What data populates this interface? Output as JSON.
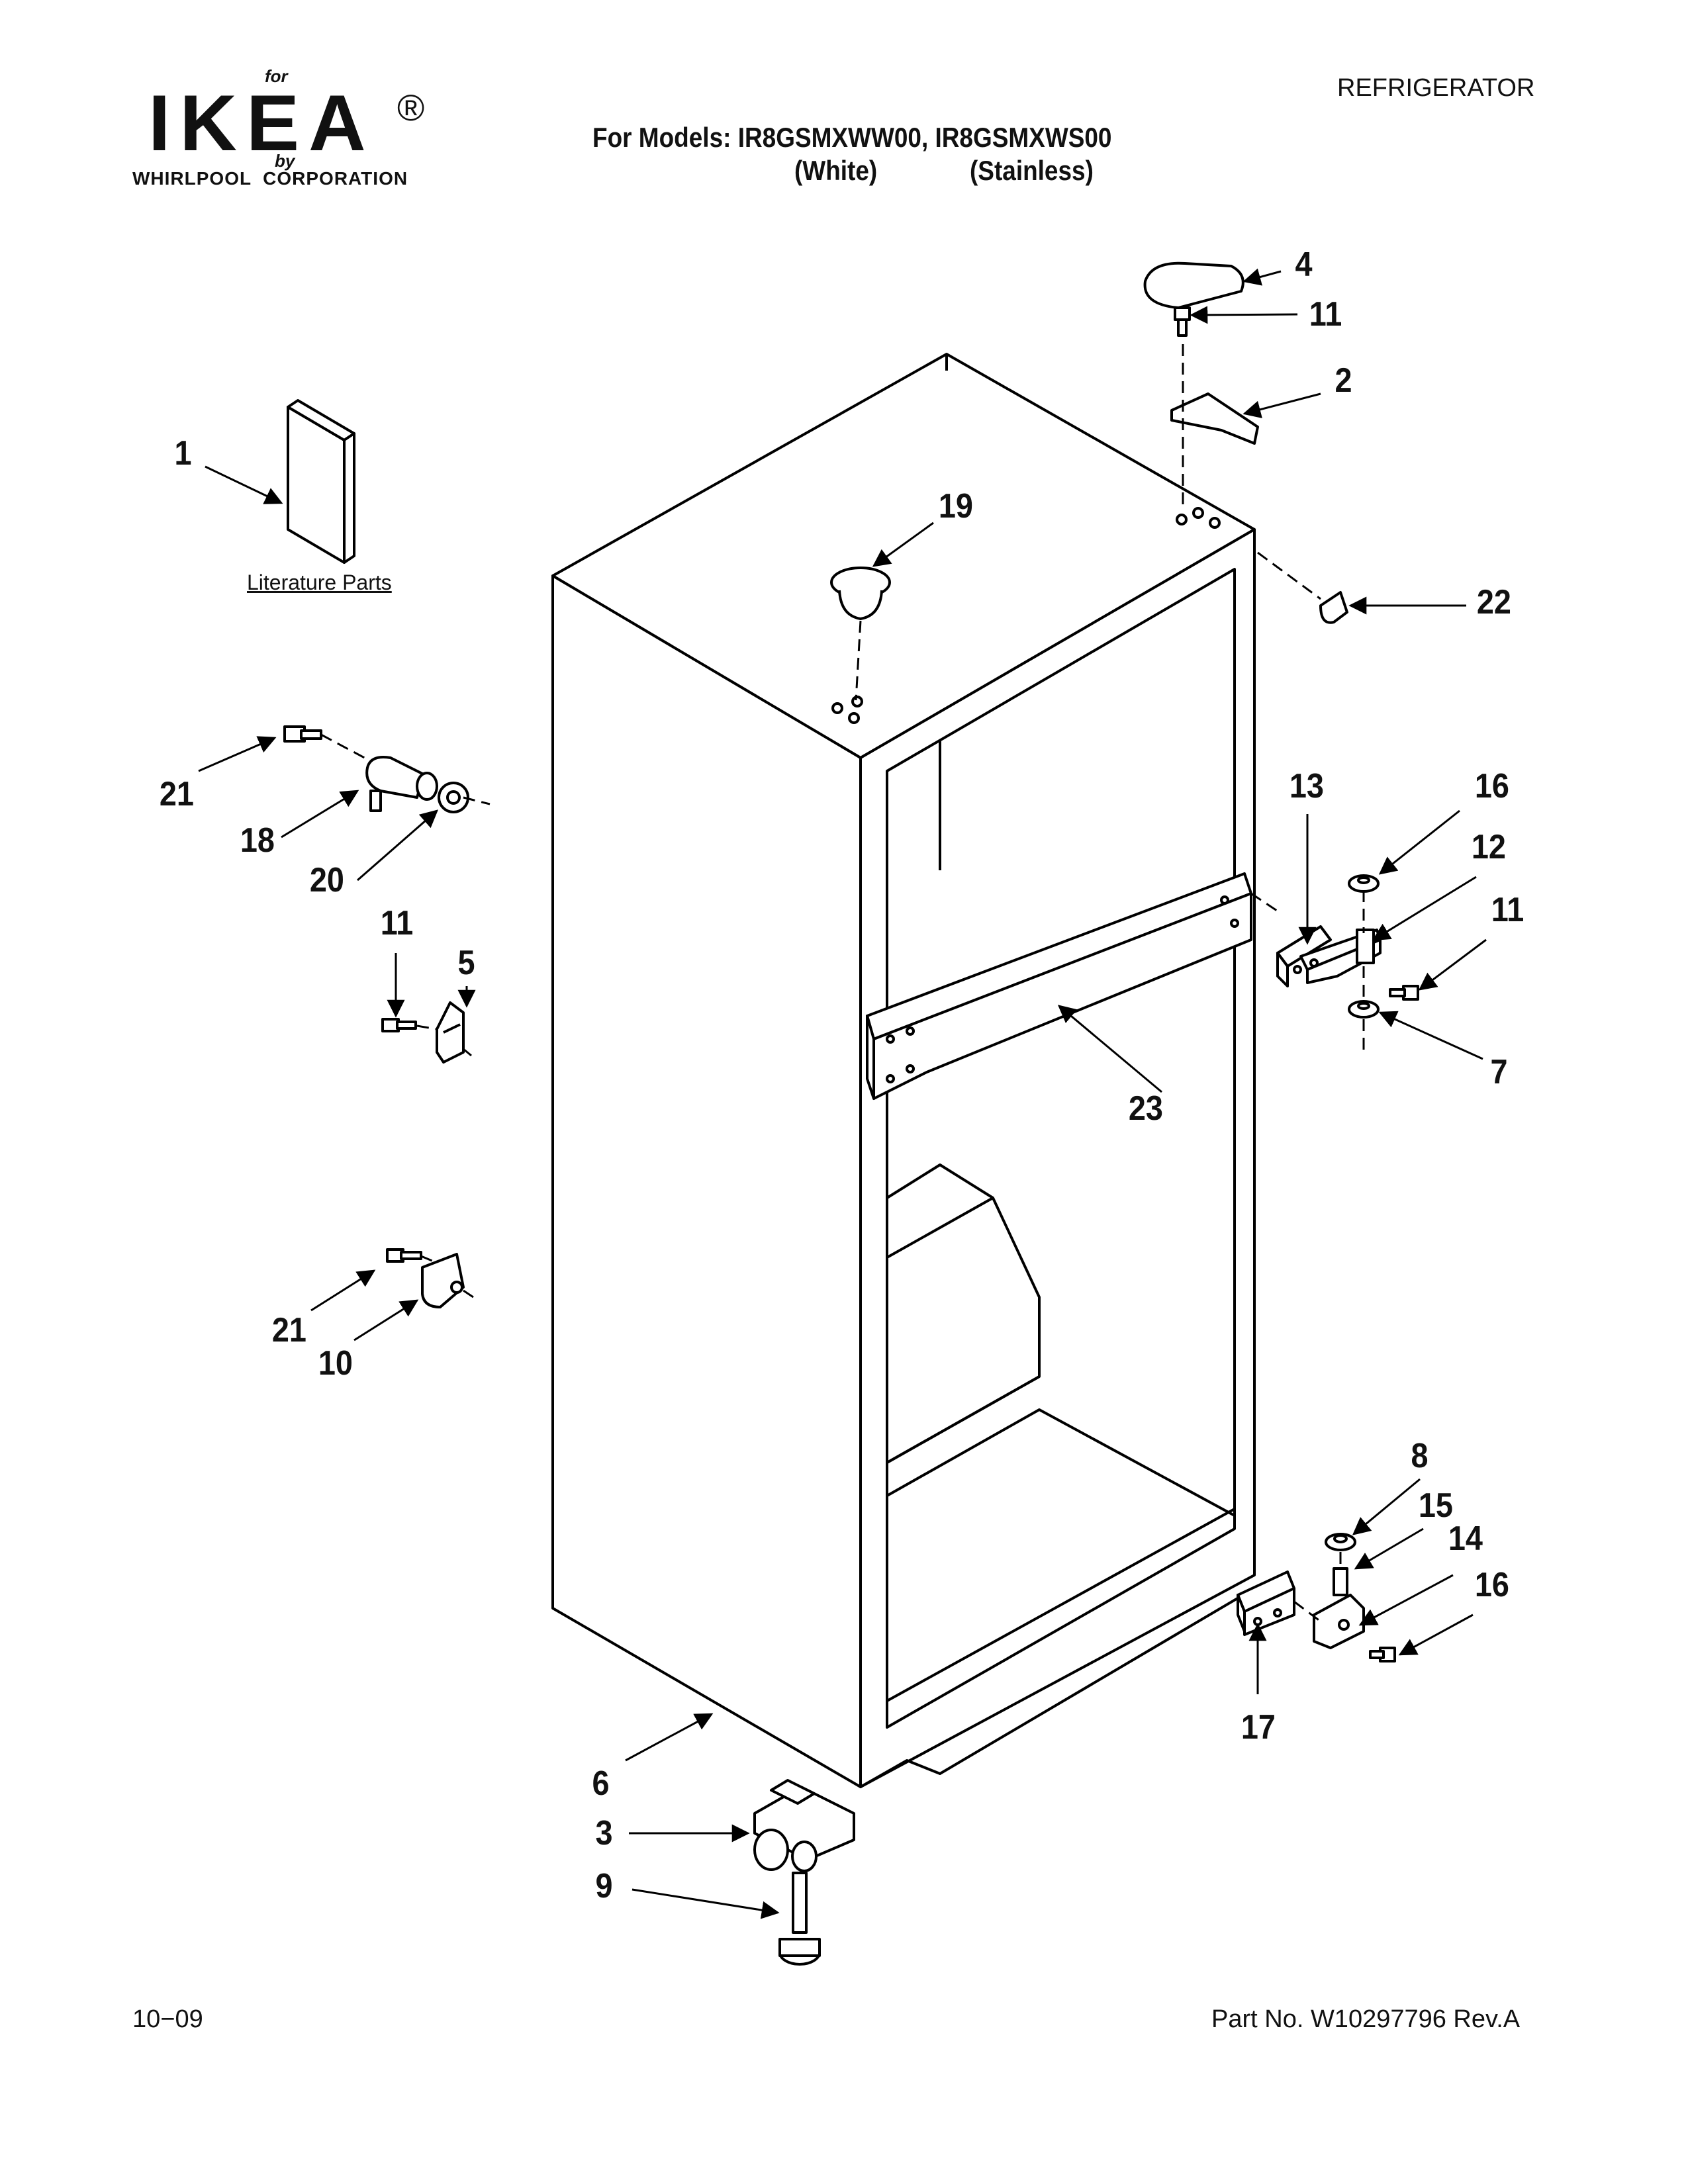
{
  "brand": {
    "for_text": "for",
    "logo_word": "IKEA",
    "registered": "®",
    "by_text": "by",
    "corporation": "WHIRLPOOL  CORPORATION"
  },
  "header": {
    "category": "REFRIGERATOR",
    "models_line": "For Models: IR8GSMXWW00, IR8GSMXWS00",
    "variant_white": "(White)",
    "variant_stainless": "(Stainless)"
  },
  "literature_label": "Literature Parts",
  "callouts": [
    {
      "id": "c1",
      "label": "1"
    },
    {
      "id": "c2",
      "label": "2"
    },
    {
      "id": "c3",
      "label": "3"
    },
    {
      "id": "c4",
      "label": "4"
    },
    {
      "id": "c5",
      "label": "5"
    },
    {
      "id": "c6",
      "label": "6"
    },
    {
      "id": "c7",
      "label": "7"
    },
    {
      "id": "c8",
      "label": "8"
    },
    {
      "id": "c9",
      "label": "9"
    },
    {
      "id": "c10",
      "label": "10"
    },
    {
      "id": "c11a",
      "label": "11"
    },
    {
      "id": "c11b",
      "label": "11"
    },
    {
      "id": "c11c",
      "label": "11"
    },
    {
      "id": "c12",
      "label": "12"
    },
    {
      "id": "c13",
      "label": "13"
    },
    {
      "id": "c14",
      "label": "14"
    },
    {
      "id": "c15",
      "label": "15"
    },
    {
      "id": "c16a",
      "label": "16"
    },
    {
      "id": "c16b",
      "label": "16"
    },
    {
      "id": "c17",
      "label": "17"
    },
    {
      "id": "c18",
      "label": "18"
    },
    {
      "id": "c19",
      "label": "19"
    },
    {
      "id": "c20",
      "label": "20"
    },
    {
      "id": "c21a",
      "label": "21"
    },
    {
      "id": "c21b",
      "label": "21"
    },
    {
      "id": "c22",
      "label": "22"
    },
    {
      "id": "c23",
      "label": "23"
    }
  ],
  "footer": {
    "date": "10−09",
    "part_number": "Part No. W10297796 Rev.A"
  }
}
